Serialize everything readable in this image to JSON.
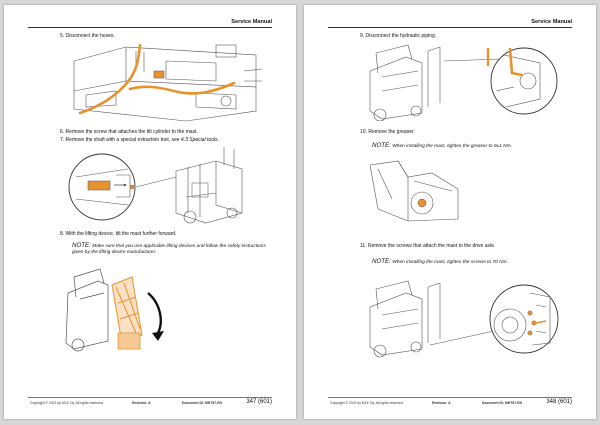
{
  "header": {
    "title": "Service Manual"
  },
  "left_page": {
    "steps": [
      "5. Disconnect the hoses.",
      "6. Remove the screw that attaches the tilt cylinder to the mast.",
      "7. Remove the shaft with a special extraction tool, see",
      "8. With the lifting device, tilt the mast further forward."
    ],
    "step7_ref": "4.3 Special tools",
    "note_label": "NOTE:",
    "note_text": "Make sure that you use applicable lifting devices and follow the safety instructions given by the lifting device manufacturer.",
    "footer": {
      "copyright": "Copyright © 2022 by MLE Oy. All rights reserved.",
      "revision": "Revision: A",
      "document": "Document ID: MHT87-EN",
      "page": "347 (601)"
    }
  },
  "right_page": {
    "steps": [
      "9. Disconnect the hydraulic piping.",
      "10. Remove the greaser.",
      "11. Remove the screws that attach the mast to the drive axle."
    ],
    "note1_label": "NOTE:",
    "note1_text": "When installing the mast, tighten the greaser to 9±1 Nm.",
    "note2_label": "NOTE:",
    "note2_text": "When installing the mast, tighten the screws to 70 Nm.",
    "footer": {
      "copyright": "Copyright © 2022 by MLE Oy. All rights reserved.",
      "revision": "Revision: A",
      "document": "Document ID: MHT87-EN",
      "page": "348 (601)"
    }
  },
  "colors": {
    "accent": "#e8922e",
    "line": "#555555",
    "page": "#ffffff",
    "background": "#d6d6d6"
  }
}
